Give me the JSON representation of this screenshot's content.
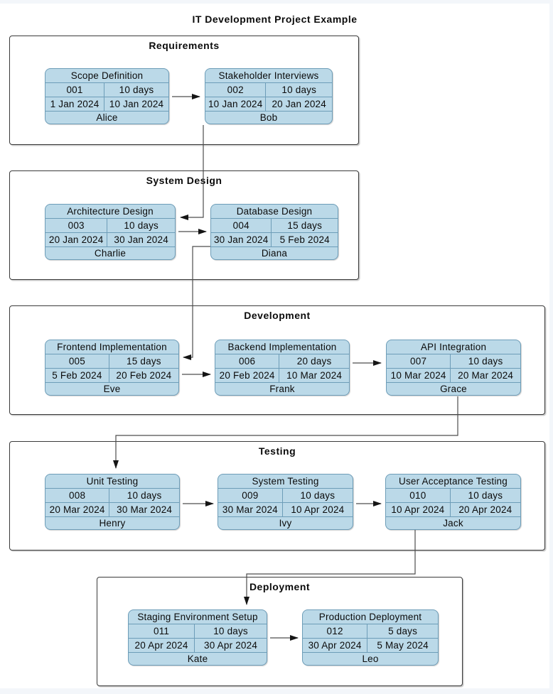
{
  "title": "IT Development Project Example",
  "colors": {
    "card_fill": "#BBD9E8",
    "card_stroke": "#6D9DB8",
    "section_border": "#3A3A3A",
    "edge_line": "#4D4D4D",
    "arrow_head": "#151515",
    "page_edge": "#F3F6FA"
  },
  "sections": [
    {
      "label": "Requirements",
      "tasks": [
        {
          "name": "Scope Definition",
          "id": "001",
          "duration": "10 days",
          "start": "1 Jan 2024",
          "end": "10 Jan 2024",
          "assignee": "Alice"
        },
        {
          "name": "Stakeholder Interviews",
          "id": "002",
          "duration": "10 days",
          "start": "10 Jan 2024",
          "end": "20 Jan 2024",
          "assignee": "Bob"
        }
      ]
    },
    {
      "label": "System Design",
      "tasks": [
        {
          "name": "Architecture Design",
          "id": "003",
          "duration": "10 days",
          "start": "20 Jan 2024",
          "end": "30 Jan 2024",
          "assignee": "Charlie"
        },
        {
          "name": "Database Design",
          "id": "004",
          "duration": "15 days",
          "start": "30 Jan 2024",
          "end": "5 Feb 2024",
          "assignee": "Diana"
        }
      ]
    },
    {
      "label": "Development",
      "tasks": [
        {
          "name": "Frontend Implementation",
          "id": "005",
          "duration": "15 days",
          "start": "5 Feb 2024",
          "end": "20 Feb 2024",
          "assignee": "Eve"
        },
        {
          "name": "Backend Implementation",
          "id": "006",
          "duration": "20 days",
          "start": "20 Feb 2024",
          "end": "10 Mar 2024",
          "assignee": "Frank"
        },
        {
          "name": "API Integration",
          "id": "007",
          "duration": "10 days",
          "start": "10 Mar 2024",
          "end": "20 Mar 2024",
          "assignee": "Grace"
        }
      ]
    },
    {
      "label": "Testing",
      "tasks": [
        {
          "name": "Unit Testing",
          "id": "008",
          "duration": "10 days",
          "start": "20 Mar 2024",
          "end": "30 Mar 2024",
          "assignee": "Henry"
        },
        {
          "name": "System Testing",
          "id": "009",
          "duration": "10 days",
          "start": "30 Mar 2024",
          "end": "10 Apr 2024",
          "assignee": "Ivy"
        },
        {
          "name": "User Acceptance Testing",
          "id": "010",
          "duration": "10 days",
          "start": "10 Apr 2024",
          "end": "20 Apr 2024",
          "assignee": "Jack"
        }
      ]
    },
    {
      "label": "Deployment",
      "tasks": [
        {
          "name": "Staging Environment Setup",
          "id": "011",
          "duration": "10 days",
          "start": "20 Apr 2024",
          "end": "30 Apr 2024",
          "assignee": "Kate"
        },
        {
          "name": "Production Deployment",
          "id": "012",
          "duration": "5 days",
          "start": "30 Apr 2024",
          "end": "5 May 2024",
          "assignee": "Leo"
        }
      ]
    }
  ],
  "edges": [
    {
      "from": "001",
      "to": "002"
    },
    {
      "from": "002",
      "to": "003"
    },
    {
      "from": "003",
      "to": "004"
    },
    {
      "from": "004",
      "to": "005"
    },
    {
      "from": "005",
      "to": "006"
    },
    {
      "from": "006",
      "to": "007"
    },
    {
      "from": "007",
      "to": "008"
    },
    {
      "from": "008",
      "to": "009"
    },
    {
      "from": "009",
      "to": "010"
    },
    {
      "from": "010",
      "to": "011"
    },
    {
      "from": "011",
      "to": "012"
    }
  ]
}
